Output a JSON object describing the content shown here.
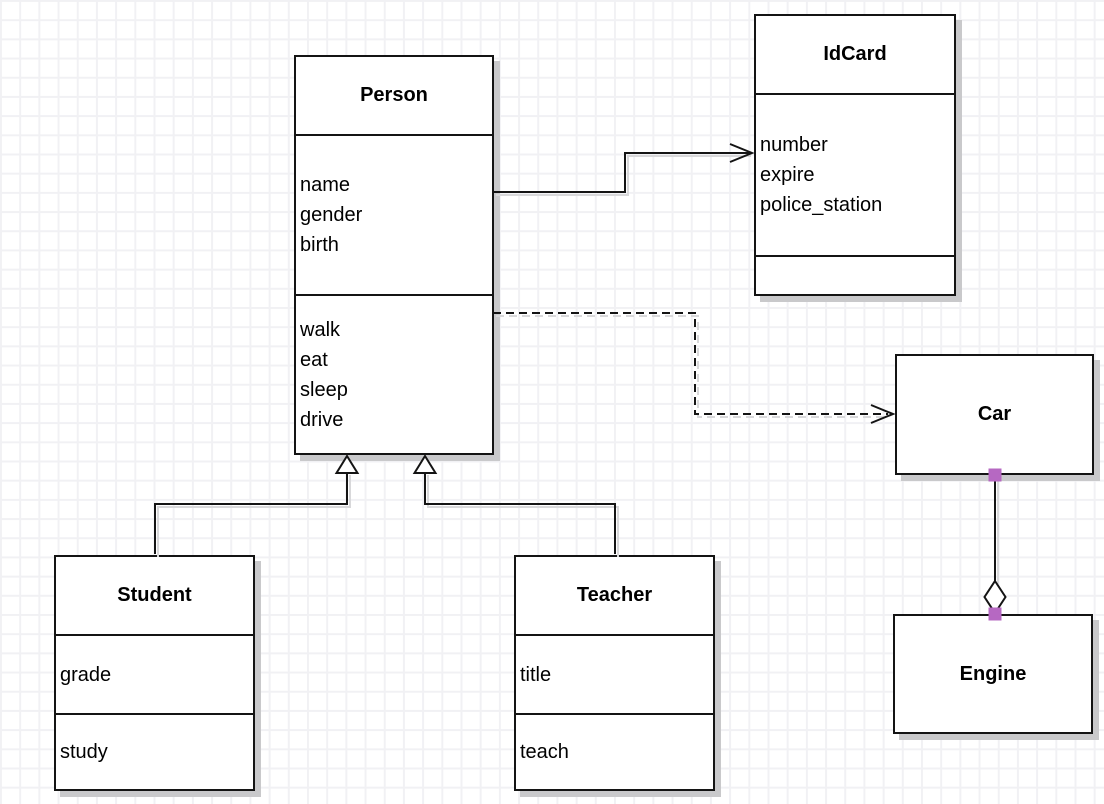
{
  "diagram": {
    "type": "uml-class-diagram",
    "colors": {
      "canvas_background": "#ffffff",
      "grid_line": "#f1f1f4",
      "box_fill": "#ffffff",
      "box_border": "#141414",
      "box_shadow": "#c9c9cb",
      "line": "#141414",
      "line_shadow": "#d6d6d6",
      "endpoint_handle": "#b668c2",
      "text": "#000000"
    },
    "classes": {
      "person": {
        "title": "Person",
        "attributes": [
          "name",
          "gender",
          "birth"
        ],
        "methods": [
          "walk",
          "eat",
          "sleep",
          "drive"
        ]
      },
      "idcard": {
        "title": "IdCard",
        "attributes": [
          "number",
          "expire",
          "police_station"
        ],
        "methods": []
      },
      "car": {
        "title": "Car",
        "attributes": [],
        "methods": []
      },
      "engine": {
        "title": "Engine",
        "attributes": [],
        "methods": []
      },
      "student": {
        "title": "Student",
        "attributes": [
          "grade"
        ],
        "methods": [
          "study"
        ]
      },
      "teacher": {
        "title": "Teacher",
        "attributes": [
          "title"
        ],
        "methods": [
          "teach"
        ]
      }
    },
    "relationships": [
      {
        "from": "Person",
        "to": "IdCard",
        "type": "association",
        "line": "solid",
        "arrow": "open-arrowhead"
      },
      {
        "from": "Person",
        "to": "Car",
        "type": "dependency",
        "line": "dashed",
        "arrow": "open-arrowhead"
      },
      {
        "from": "Student",
        "to": "Person",
        "type": "generalization",
        "line": "solid",
        "arrow": "hollow-triangle"
      },
      {
        "from": "Teacher",
        "to": "Person",
        "type": "generalization",
        "line": "solid",
        "arrow": "hollow-triangle"
      },
      {
        "from": "Car",
        "to": "Engine",
        "type": "aggregation",
        "line": "solid",
        "arrow": "hollow-diamond",
        "endpoint_markers": "purple-squares"
      }
    ]
  }
}
